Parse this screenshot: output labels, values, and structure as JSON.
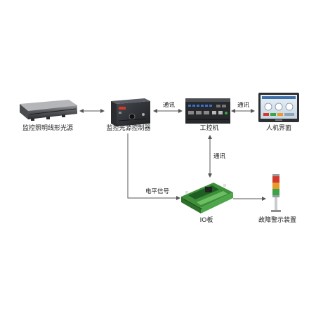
{
  "nodes": {
    "linear_light": {
      "label": "监控照明线形光源",
      "icon": "linear-light-bar"
    },
    "light_controller": {
      "label": "监控光源控制器",
      "icon": "light-controller-box"
    },
    "industrial_pc": {
      "label": "工控机",
      "icon": "industrial-pc"
    },
    "hmi": {
      "label": "人机界面",
      "icon": "touch-panel-monitor"
    },
    "io_board": {
      "label": "IO板",
      "icon": "io-terminal-board"
    },
    "alarm": {
      "label": "故障警示装置",
      "icon": "signal-tower-light"
    }
  },
  "edges": {
    "light_to_controller": {
      "label": ""
    },
    "controller_to_pc": {
      "label": "通讯"
    },
    "pc_to_hmi": {
      "label": "通讯"
    },
    "pc_to_io": {
      "label": "通讯"
    },
    "controller_to_io": {
      "label": "电平信号"
    },
    "io_to_alarm": {
      "label": ""
    }
  },
  "colors": {
    "line": "#555555",
    "dark_device": "#2b2d31",
    "board_green": "#4ea64a",
    "tower_red": "#d23a2c",
    "tower_orange": "#e89a2a",
    "tower_green": "#3aa548"
  }
}
